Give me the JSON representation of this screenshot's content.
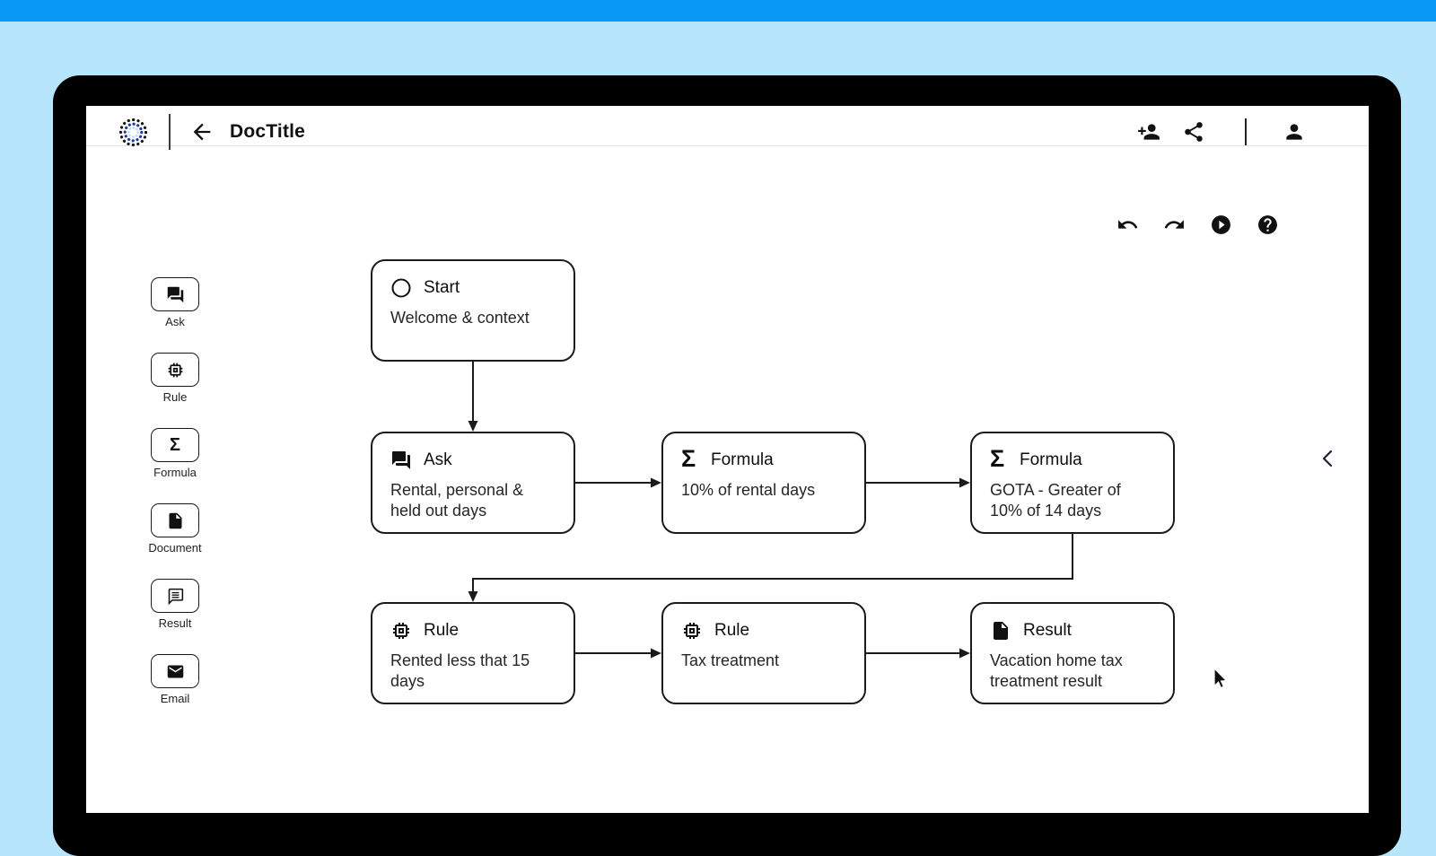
{
  "colors": {
    "top_strip": "#0899f4",
    "page_background": "#b7e5fc",
    "frame": "#000000",
    "surface": "#ffffff",
    "ink": "#141414",
    "logo_blue": "#1e3a9f"
  },
  "header": {
    "title": "DocTitle",
    "icons": {
      "logo": "dotted-circle-logo",
      "back": "back-arrow",
      "add_collaborator": "person-add",
      "share": "share",
      "account": "person"
    }
  },
  "toolbar": {
    "icons": [
      "undo",
      "redo",
      "play",
      "help"
    ]
  },
  "sidebar": {
    "items": [
      {
        "label": "Ask",
        "icon": "chat-icon"
      },
      {
        "label": "Rule",
        "icon": "chip-icon"
      },
      {
        "label": "Formula",
        "icon": "sigma-icon"
      },
      {
        "label": "Document",
        "icon": "document-icon"
      },
      {
        "label": "Result",
        "icon": "chat-lines-icon"
      },
      {
        "label": "Email",
        "icon": "email-icon"
      }
    ]
  },
  "canvas": {
    "sigma_glyph": "Σ",
    "nodes": [
      {
        "id": "start",
        "title": "Start",
        "body": "Welcome & context",
        "icon": "circle-icon"
      },
      {
        "id": "ask-1",
        "title": "Ask",
        "body": "Rental, personal & held out days",
        "icon": "chat-icon"
      },
      {
        "id": "formula-1",
        "title": "Formula",
        "body": "10% of rental days",
        "icon": "sigma-icon"
      },
      {
        "id": "formula-2",
        "title": "Formula",
        "body": "GOTA - Greater of 10% of 14 days",
        "icon": "sigma-icon"
      },
      {
        "id": "rule-1",
        "title": "Rule",
        "body": "Rented less that 15 days",
        "icon": "chip-icon"
      },
      {
        "id": "rule-2",
        "title": "Rule",
        "body": "Tax treatment",
        "icon": "chip-icon"
      },
      {
        "id": "result-1",
        "title": "Result",
        "body": "Vacation home tax treatment result",
        "icon": "document-icon"
      }
    ],
    "edges": [
      {
        "from": "start",
        "to": "ask-1"
      },
      {
        "from": "ask-1",
        "to": "formula-1"
      },
      {
        "from": "formula-1",
        "to": "formula-2"
      },
      {
        "from": "formula-2",
        "to": "rule-1"
      },
      {
        "from": "rule-1",
        "to": "rule-2"
      },
      {
        "from": "rule-2",
        "to": "result-1"
      }
    ],
    "panel_collapse": "chevron-left"
  }
}
